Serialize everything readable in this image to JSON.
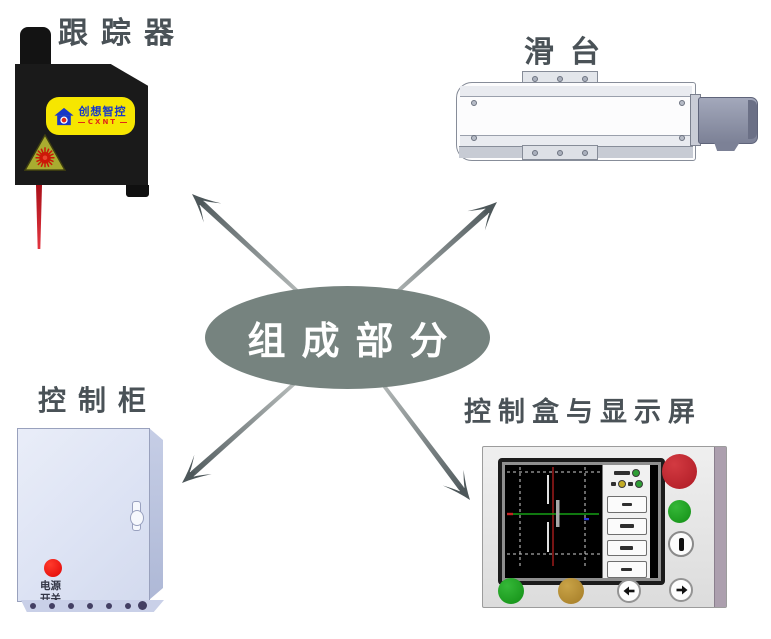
{
  "center": {
    "label": "组成部分"
  },
  "nodes": {
    "tracker": {
      "label": "跟踪器"
    },
    "slide": {
      "label": "滑台"
    },
    "cabinet": {
      "label": "控制柜"
    },
    "control_box": {
      "label": "控制盒与显示屏"
    }
  },
  "tracker": {
    "brand_name": "创想智控",
    "brand_sub": "CXNT"
  },
  "cabinet": {
    "power_label_line1": "电源",
    "power_label_line2": "开关"
  },
  "control_box": {
    "display_leds": [
      "green",
      "yellow",
      "green"
    ],
    "menu_button_count": 4
  },
  "colors": {
    "center_ellipse": "#76837f",
    "section_label": "#4a5257",
    "arrow": "#4e575a",
    "brand_label_bg": "#f6e600",
    "brand_text": "#1838c8",
    "brand_sub_text": "#e02818",
    "cabinet_front": "#dde3f4",
    "power_button": "#ec0f0f",
    "stop_button": "#c2252c",
    "start_button": "#1fa320",
    "amber_button": "#b28a33",
    "screen_line_green": "#15a015",
    "screen_line_red": "#cc2222"
  }
}
